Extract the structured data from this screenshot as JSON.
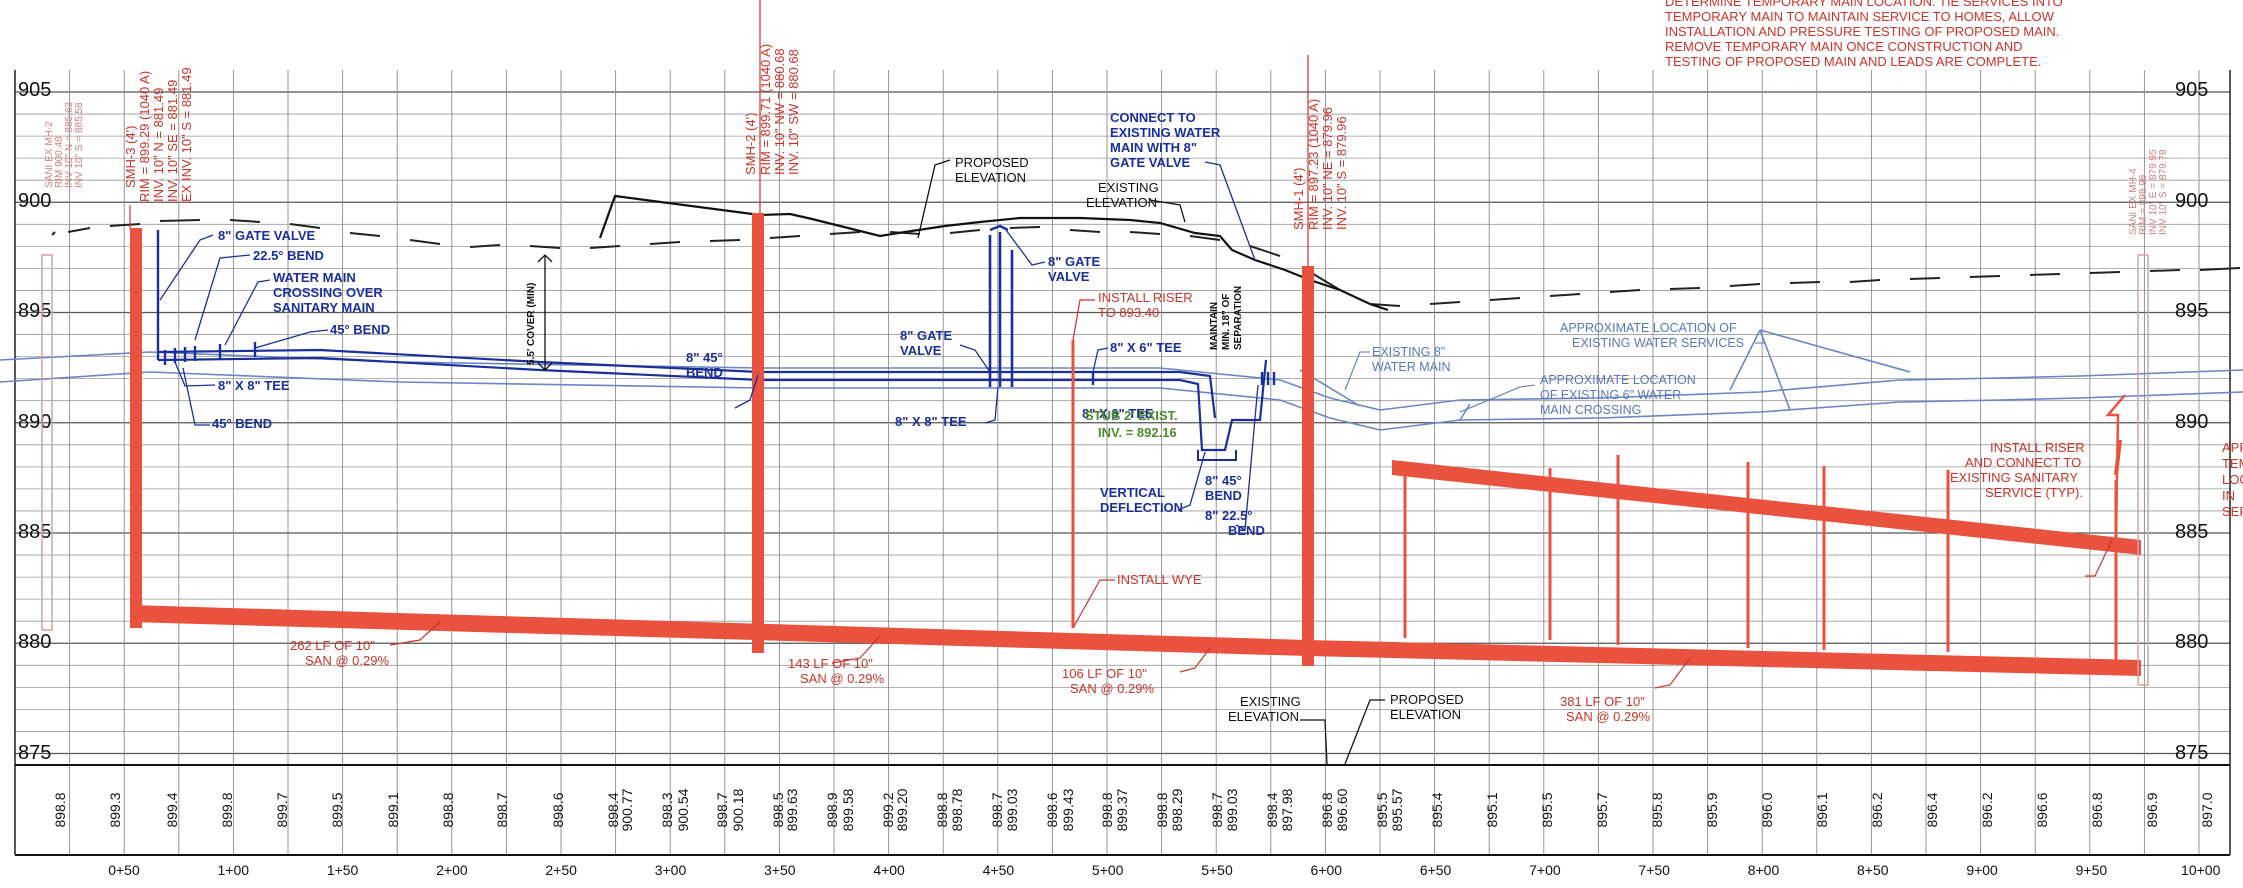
{
  "elevations": [
    "905",
    "900",
    "895",
    "890",
    "885",
    "880",
    "875"
  ],
  "stations": [
    "0+50",
    "1+00",
    "1+50",
    "2+00",
    "2+50",
    "3+00",
    "3+50",
    "4+00",
    "4+50",
    "5+00",
    "5+50",
    "6+00",
    "6+50",
    "7+00",
    "7+50",
    "8+00",
    "8+50",
    "9+00",
    "9+50",
    "10+00"
  ],
  "bottom_values": [
    "898.8",
    "899.3",
    "899.4",
    "899.8",
    "899.7",
    "899.5",
    "899.1",
    "898.8",
    "898.7",
    "898.6",
    "898.4",
    "900.77",
    "898.3",
    "900.54",
    "898.7",
    "900.18",
    "898.5",
    "899.63",
    "898.9",
    "899.58",
    "899.2",
    "899.20",
    "898.8",
    "898.78",
    "898.7",
    "899.03",
    "898.6",
    "899.43",
    "898.8",
    "899.37",
    "898.8",
    "898.29",
    "898.7",
    "899.03",
    "898.4",
    "897.98",
    "896.8",
    "896.60",
    "895.5",
    "895.57",
    "895.4",
    "895.1",
    "895.5",
    "895.7",
    "895.8",
    "895.9",
    "896.0",
    "896.1",
    "896.2",
    "896.4",
    "896.2",
    "896.6",
    "896.8",
    "896.9",
    "897.0"
  ],
  "notes": {
    "top_right": [
      "DETERMINE TEMPORARY MAIN LOCATION. TIE SERVICES INTO",
      "TEMPORARY MAIN TO MAINTAIN SERVICE TO HOMES, ALLOW",
      "INSTALLATION AND PRESSURE TESTING OF PROPOSED MAIN.",
      "REMOVE TEMPORARY MAIN ONCE CONSTRUCTION AND",
      "TESTING OF PROPOSED MAIN AND LEADS ARE COMPLETE."
    ],
    "far_right": [
      "APP",
      "TEM",
      "LOC",
      "IN",
      "SER"
    ]
  },
  "manholes": {
    "smh3": [
      "SMH-3 (4')",
      "RIM = 899.29 (1040 A)",
      "INV. 10\" N = 881.49",
      "INV. 10\" SE = 881.49",
      "EX INV. 10\" S = 881.49"
    ],
    "smh2": [
      "SMH-2 (4')",
      "RIM = 899.71 (1040 A)",
      "INV. 10\" NW = 880.68",
      "INV. 10\" SW = 880.68"
    ],
    "smh1": [
      "SMH-1 (4')",
      "RIM = 897.23 (1040 A)",
      "INV. 10\" NE = 879.96",
      "INV. 10\" S = 879.96"
    ],
    "left_pale": [
      "SANI EX MH-2",
      "RIM 900.48",
      "INV 10\" N = 885.63",
      "INV 10\" S = 885.58"
    ],
    "right_pale": [
      "SANI EX MH-4",
      "RIM = 898.98",
      "INV 10\" E = 879.95",
      "INV 10\" S = 879.78"
    ]
  },
  "labels": {
    "gate_valve_1": "8\" GATE VALVE",
    "bend_22": "22.5° BEND",
    "crossing": [
      "WATER MAIN",
      "CROSSING OVER",
      "SANITARY MAIN"
    ],
    "bend_45_top": "45° BEND",
    "tee_8x8_left": "8\" X 8\" TEE",
    "bend_45_low": "45° BEND",
    "cover": "5.5' COVER (MIN)",
    "proposed_elev_top": [
      "PROPOSED",
      "ELEVATION"
    ],
    "existing_elev_top": [
      "EXISTING",
      "ELEVATION"
    ],
    "connect": [
      "CONNECT TO",
      "EXISTING WATER",
      "MAIN WITH 8\"",
      "GATE VALVE"
    ],
    "gate_valve_2": [
      "8\" GATE",
      "VALVE"
    ],
    "gate_valve_3": [
      "8\" GATE",
      "VALVE"
    ],
    "bend_45_mid": [
      "8\" 45°",
      "BEND"
    ],
    "tee_8x8_mid": "8\" X 8\" TEE",
    "riser": [
      "INSTALL RISER",
      "TO 893.40"
    ],
    "tee_8x6": "8\" X 6\" TEE",
    "tee_8x6_b": "8\" X 6\" TEE",
    "stub": [
      "STUB 2' EXIST.",
      "INV. = 892.16"
    ],
    "separation": [
      "MAINTAIN",
      "MIN. 18\" OF",
      "SEPARATION"
    ],
    "bend_45_right": [
      "8\" 45°",
      "BEND"
    ],
    "vertical": [
      "VERTICAL",
      "DEFLECTION"
    ],
    "bend_22_right": [
      "8\" 22.5°",
      "BEND"
    ],
    "install_wye": "INSTALL WYE",
    "existing_8": [
      "EXISTING 8\"",
      "WATER MAIN"
    ],
    "approx_crossing": [
      "APPROXIMATE LOCATION",
      "OF EXISTING 6\" WATER",
      "MAIN CROSSING"
    ],
    "approx_services": [
      "APPROXIMATE LOCATION OF",
      "EXISTING WATER SERVICES"
    ],
    "install_riser_right": [
      "INSTALL RISER",
      "AND CONNECT TO",
      "EXISTING SANITARY",
      "SERVICE (TYP)."
    ],
    "existing_elev_bot": [
      "EXISTING",
      "ELEVATION"
    ],
    "proposed_elev_bot": [
      "PROPOSED",
      "ELEVATION"
    ],
    "pipe1": [
      "262 LF OF 10\"",
      "SAN @ 0.29%"
    ],
    "pipe2": [
      "143 LF OF 10\"",
      "SAN @ 0.29%"
    ],
    "pipe3": [
      "106 LF OF 10\"",
      "SAN @ 0.29%"
    ],
    "pipe4": [
      "381 LF OF 10\"",
      "SAN @ 0.29%"
    ]
  },
  "colors": {
    "sanitary": "#e8523f",
    "water": "#1b2f9a",
    "existing_water": "#6a86c4",
    "grid": "#8a8a8a",
    "text_red": "#c8352a"
  }
}
